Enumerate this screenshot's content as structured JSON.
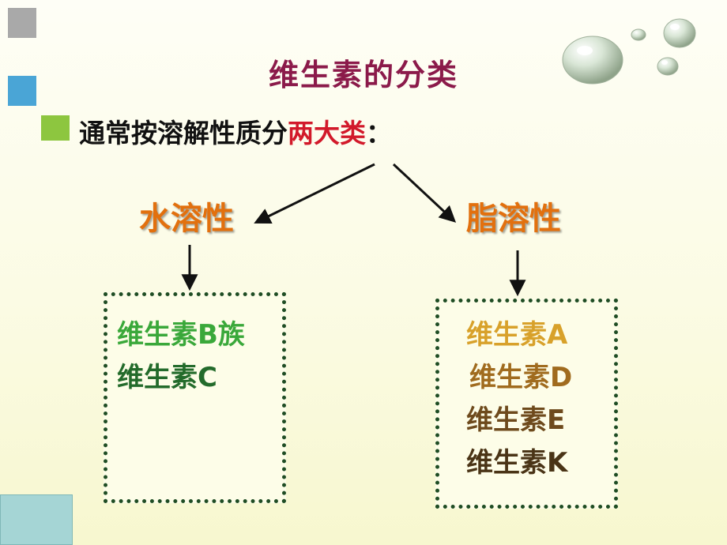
{
  "slide": {
    "title": "维生素的分类",
    "subtitle_main": "通常按溶解性质分",
    "subtitle_highlight": "两大类",
    "subtitle_colon": "：",
    "categories": {
      "left": "水溶性",
      "right": "脂溶性"
    },
    "left_items": [
      "维生素B族",
      "维生素C"
    ],
    "right_items": [
      "维生素A",
      "维生素D",
      "维生素E",
      "维生素K"
    ]
  },
  "colors": {
    "title": "#8b1a4a",
    "highlight": "#d2192a",
    "category": "#e2700e",
    "left_item_1": "#3aa83a",
    "left_item_2": "#236b2b",
    "right_item_1": "#d8a12a",
    "right_item_2": "#a06b1e",
    "right_item_3": "#6e4a1c",
    "right_item_4": "#4a3416"
  },
  "icons": [
    "water-drops-decoration",
    "arrow-icon"
  ]
}
